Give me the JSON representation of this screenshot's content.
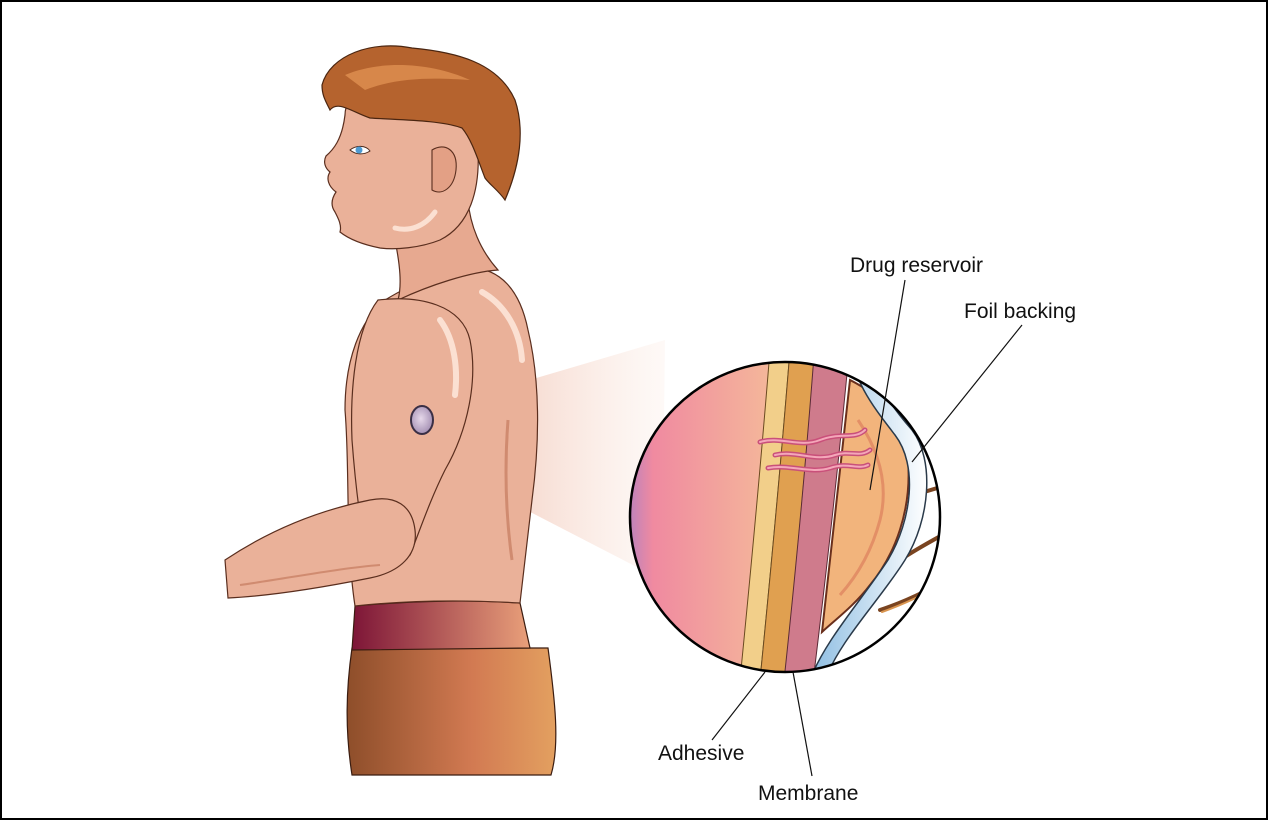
{
  "labels": {
    "drug_reservoir": "Drug reservoir",
    "foil_backing": "Foil backing",
    "adhesive": "Adhesive",
    "membrane": "Membrane"
  },
  "colors": {
    "skin": "#eab199",
    "skin_shadow": "#d08b70",
    "hair": "#b5632e",
    "hair_light": "#d7874a",
    "belt": "#8a1f3c",
    "pants": "#9c5a30",
    "adhesive_layer": "#f2cf8a",
    "orange_layer": "#e0a050",
    "membrane_layer": "#cf7b8c",
    "foil_layer": "#9dc6e6",
    "reservoir": "#f2b47c",
    "patch": "#c4b0cc"
  }
}
